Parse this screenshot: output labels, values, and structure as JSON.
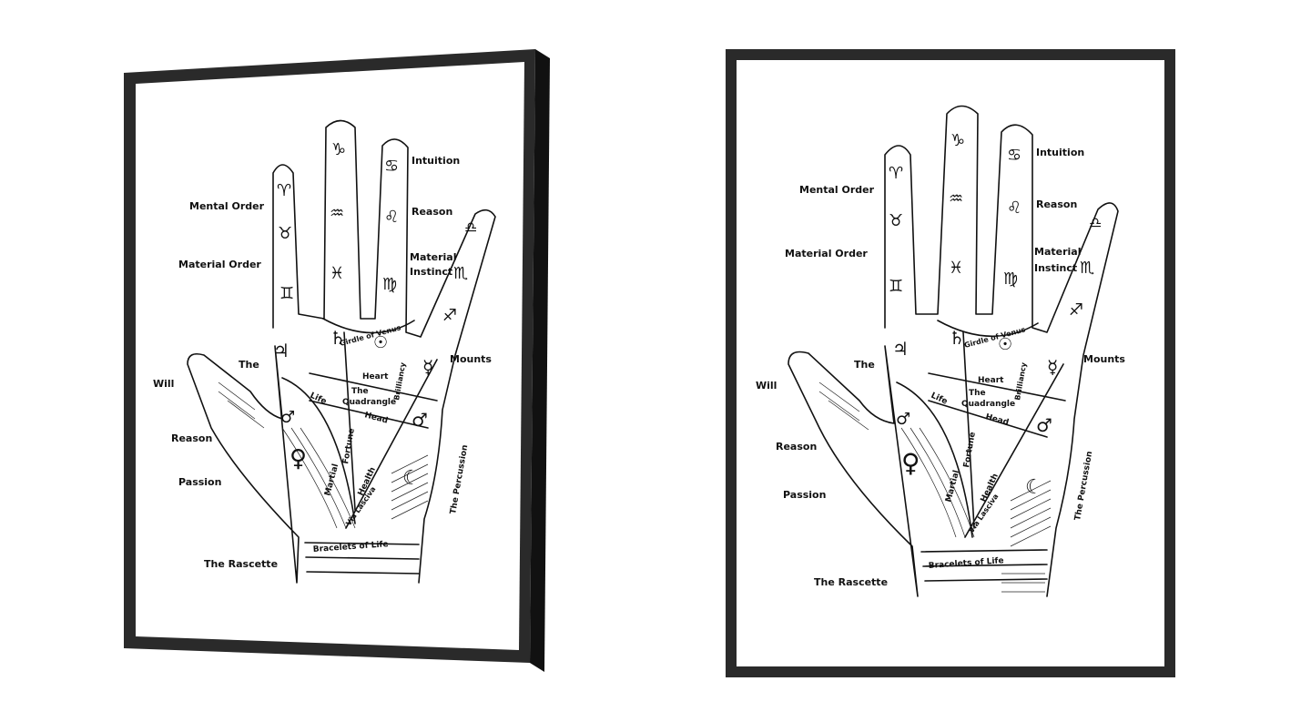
{
  "artwork": {
    "labels": {
      "mental_order": "Mental Order",
      "material_order": "Material Order",
      "intuition": "Intuition",
      "reason_top": "Reason",
      "material_instinct_1": "Material",
      "material_instinct_2": "Instinct",
      "the": "The",
      "mounts": "Mounts",
      "will": "Will",
      "reason": "Reason",
      "passion": "Passion",
      "the_rascette": "The Rascette",
      "girdle_of_venus": "Girdle of Venus",
      "heart": "Heart",
      "the_quadrangle_1": "The",
      "the_quadrangle_2": "Quadrangle",
      "brilliancy": "Brilliancy",
      "life": "Life",
      "head": "Head",
      "fortune": "Fortune",
      "martial": "Martial",
      "health": "Health",
      "via_lasciva": "Via Lasciva",
      "the_percussion": "The Percussion",
      "bracelets_of_life": "Bracelets of Life"
    },
    "symbols": {
      "aries": "♈",
      "taurus": "♉",
      "gemini": "♊",
      "capricorn": "♑",
      "aquarius": "♒",
      "pisces": "♓",
      "cancer": "♋",
      "leo": "♌",
      "virgo": "♍",
      "libra": "♎",
      "scorpio": "♏",
      "sagittarius": "♐",
      "jupiter": "♃",
      "saturn": "♄",
      "sun": "☉",
      "mercury": "☿",
      "mars": "♂",
      "venus": "♀",
      "moon": "☾"
    },
    "colors": {
      "frame": "#2a2a2a",
      "mat": "#ffffff",
      "ink": "#111111"
    }
  }
}
